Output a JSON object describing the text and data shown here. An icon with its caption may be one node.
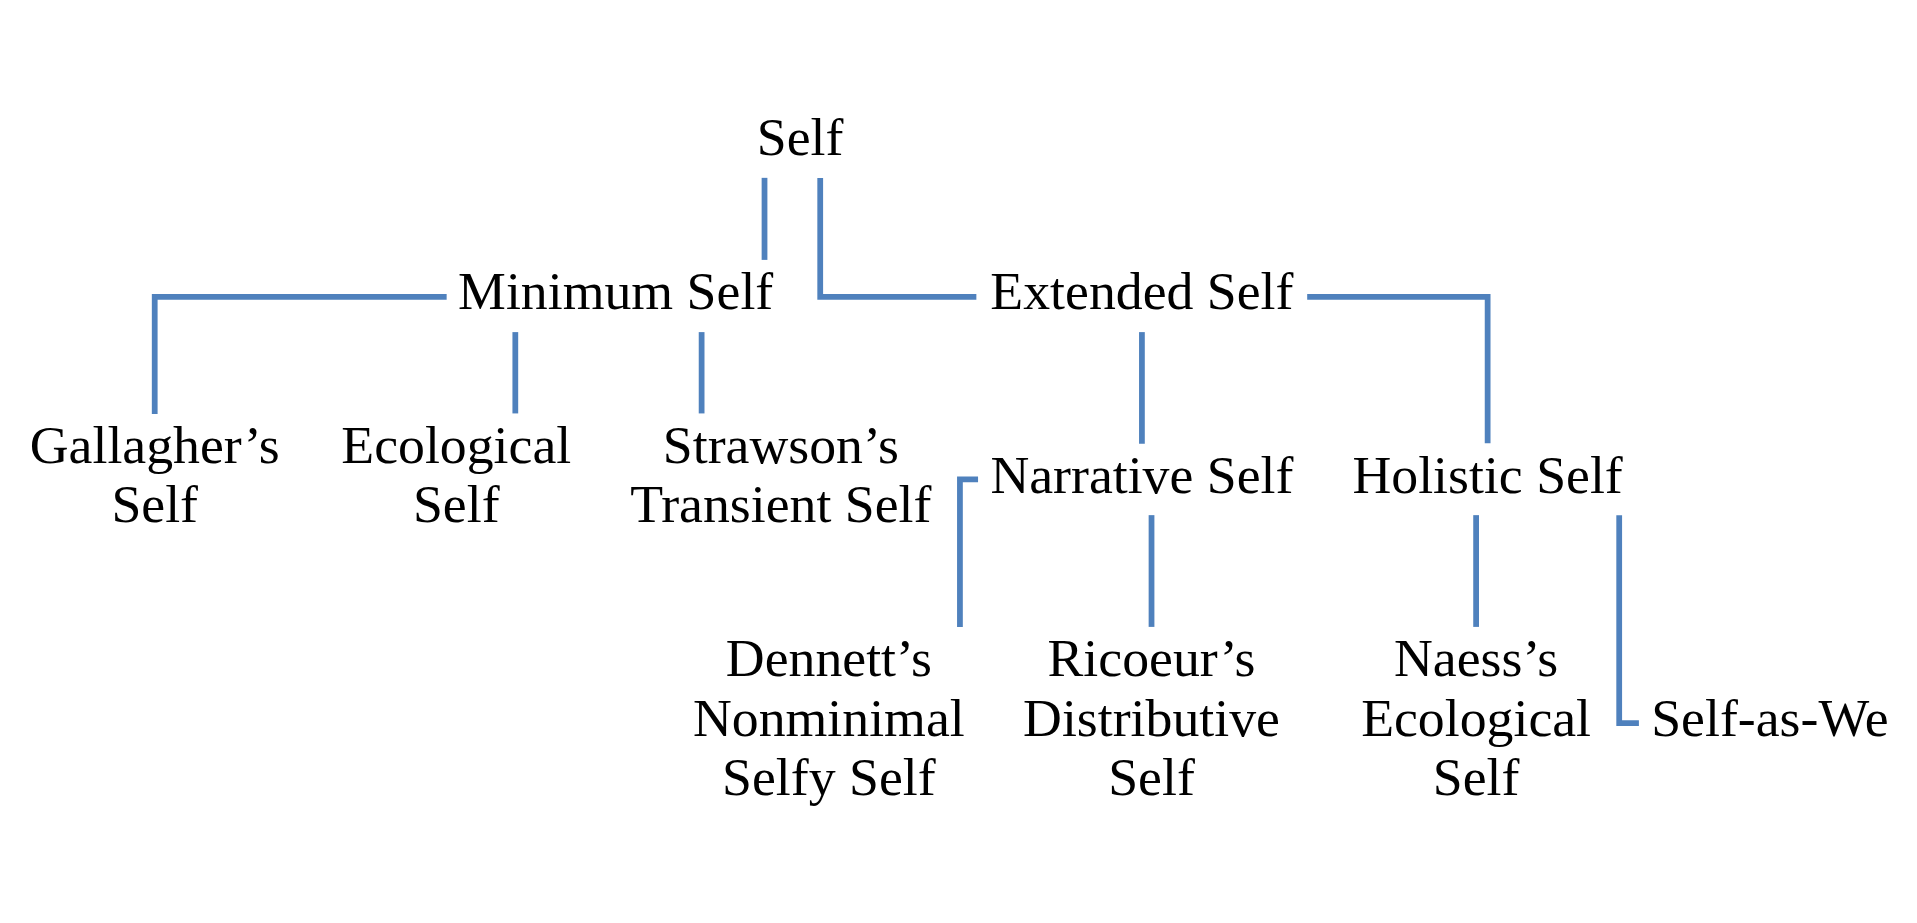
{
  "diagram": {
    "nodes": [
      {
        "text": [
          "Self"
        ]
      },
      {
        "text": [
          "Minimum Self"
        ]
      },
      {
        "text": [
          "Extended Self"
        ]
      },
      {
        "text": [
          "Gallagher’s Self"
        ]
      },
      {
        "text": [
          "Ecological Self"
        ]
      },
      {
        "text": [
          "Strawson’s Transient Self"
        ]
      },
      {
        "text": [
          "Narrative Self"
        ]
      },
      {
        "text": [
          "Holistic Self"
        ]
      },
      {
        "text": [
          "Dennett’s Nonminimal Selfy Self"
        ]
      },
      {
        "text": [
          "Ricoeur’s Distributive Self"
        ]
      },
      {
        "text": [
          "Naess’s Ecological Self"
        ]
      },
      {
        "text": [
          "Self-as-We"
        ]
      }
    ],
    "edges": [
      {
        "from": 0,
        "to": 1,
        "arrow": "none"
      },
      {
        "from": 0,
        "to": 2,
        "arrow": "none"
      },
      {
        "from": 1,
        "to": 3,
        "arrow": "none"
      },
      {
        "from": 1,
        "to": 4,
        "arrow": "none"
      },
      {
        "from": 1,
        "to": 5,
        "arrow": "none"
      },
      {
        "from": 2,
        "to": 6,
        "arrow": "none"
      },
      {
        "from": 2,
        "to": 7,
        "arrow": "none"
      },
      {
        "from": 6,
        "to": 8,
        "arrow": "none"
      },
      {
        "from": 6,
        "to": 9,
        "arrow": "none"
      },
      {
        "from": 7,
        "to": 10,
        "arrow": "none"
      },
      {
        "from": 7,
        "to": 11,
        "arrow": "none"
      }
    ]
  }
}
